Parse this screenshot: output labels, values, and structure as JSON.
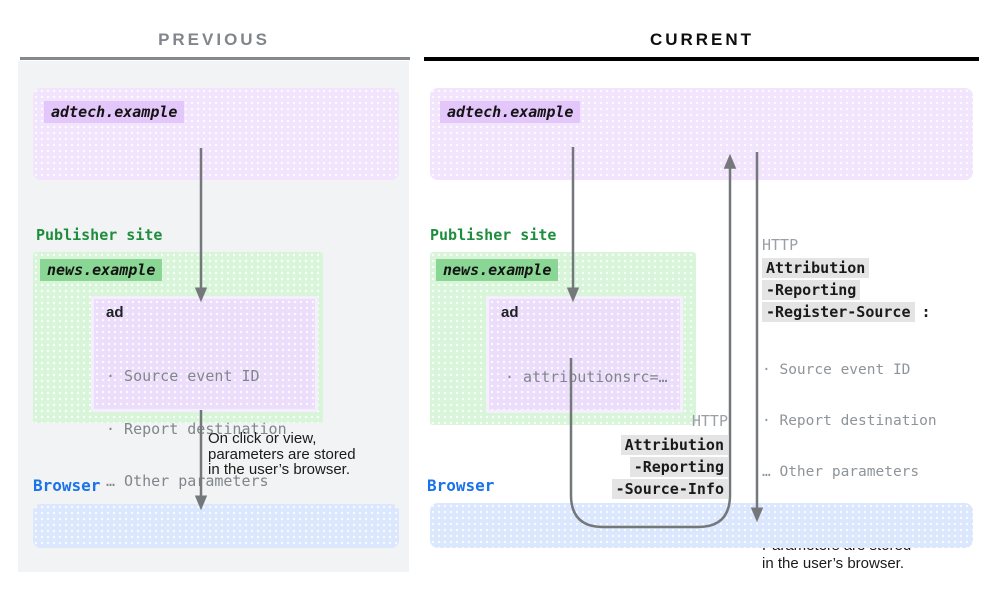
{
  "panels": {
    "previous": {
      "title": "PREVIOUS",
      "adtech_domain": "adtech.example",
      "publisher_label": "Publisher site",
      "publisher_domain": "news.example",
      "ad_label": "ad",
      "ad_params": [
        "· Source event ID",
        "· Report destination",
        "… Other parameters"
      ],
      "flow_note_lines": [
        "On click or view,",
        "parameters are stored",
        "in the user’s browser."
      ],
      "browser_label": "Browser"
    },
    "current": {
      "title": "CURRENT",
      "adtech_domain": "adtech.example",
      "publisher_label": "Publisher site",
      "publisher_domain": "news.example",
      "ad_label": "ad",
      "ad_params": [
        "· attributionsrc=…"
      ],
      "request_header": {
        "protocol": "HTTP",
        "parts": [
          "Attribution",
          "-Reporting",
          "-Source-Info"
        ]
      },
      "response_header": {
        "protocol": "HTTP",
        "parts": [
          "Attribution",
          "-Reporting",
          "-Register-Source"
        ],
        "colon": ":",
        "params": [
          "· Source event ID",
          "· Report destination",
          "… Other parameters"
        ]
      },
      "storage_note_lines": [
        "Parameters are stored",
        "in the user’s browser."
      ],
      "browser_label": "Browser"
    }
  },
  "colors": {
    "panel_bg": "#f1f3f4",
    "purple_box": "#f1e4fc",
    "purple_chip": "#e3c7fa",
    "green_box": "#d8f5da",
    "green_chip": "#8ad695",
    "green_text": "#1e8e3e",
    "blue_box": "#dbe7fc",
    "blue_text": "#1a73e8",
    "header_chip_bg": "#e4e4e4",
    "muted_text": "#80868b",
    "arrow": "#75787b"
  }
}
